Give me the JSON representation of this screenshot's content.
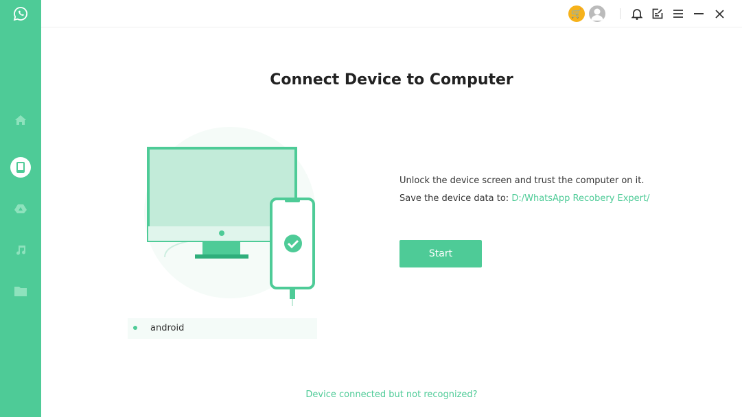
{
  "header": {
    "title": "Connect Device to Computer"
  },
  "colors": {
    "accent": "#4ecb97",
    "cart": "#f6b21b"
  },
  "sidebar": {
    "items": [
      {
        "icon": "home-icon"
      },
      {
        "icon": "phone-icon",
        "active": true
      },
      {
        "icon": "drive-icon"
      },
      {
        "icon": "music-icon"
      },
      {
        "icon": "folder-icon"
      }
    ]
  },
  "main": {
    "instruction": "Unlock the device screen and trust the computer on it.",
    "save_label": "Save the device data to:",
    "save_path": "D:/WhatsApp Recobery Expert/",
    "start_label": "Start",
    "devices": [
      "android"
    ],
    "help_link": "Device connected but not recognized?"
  }
}
